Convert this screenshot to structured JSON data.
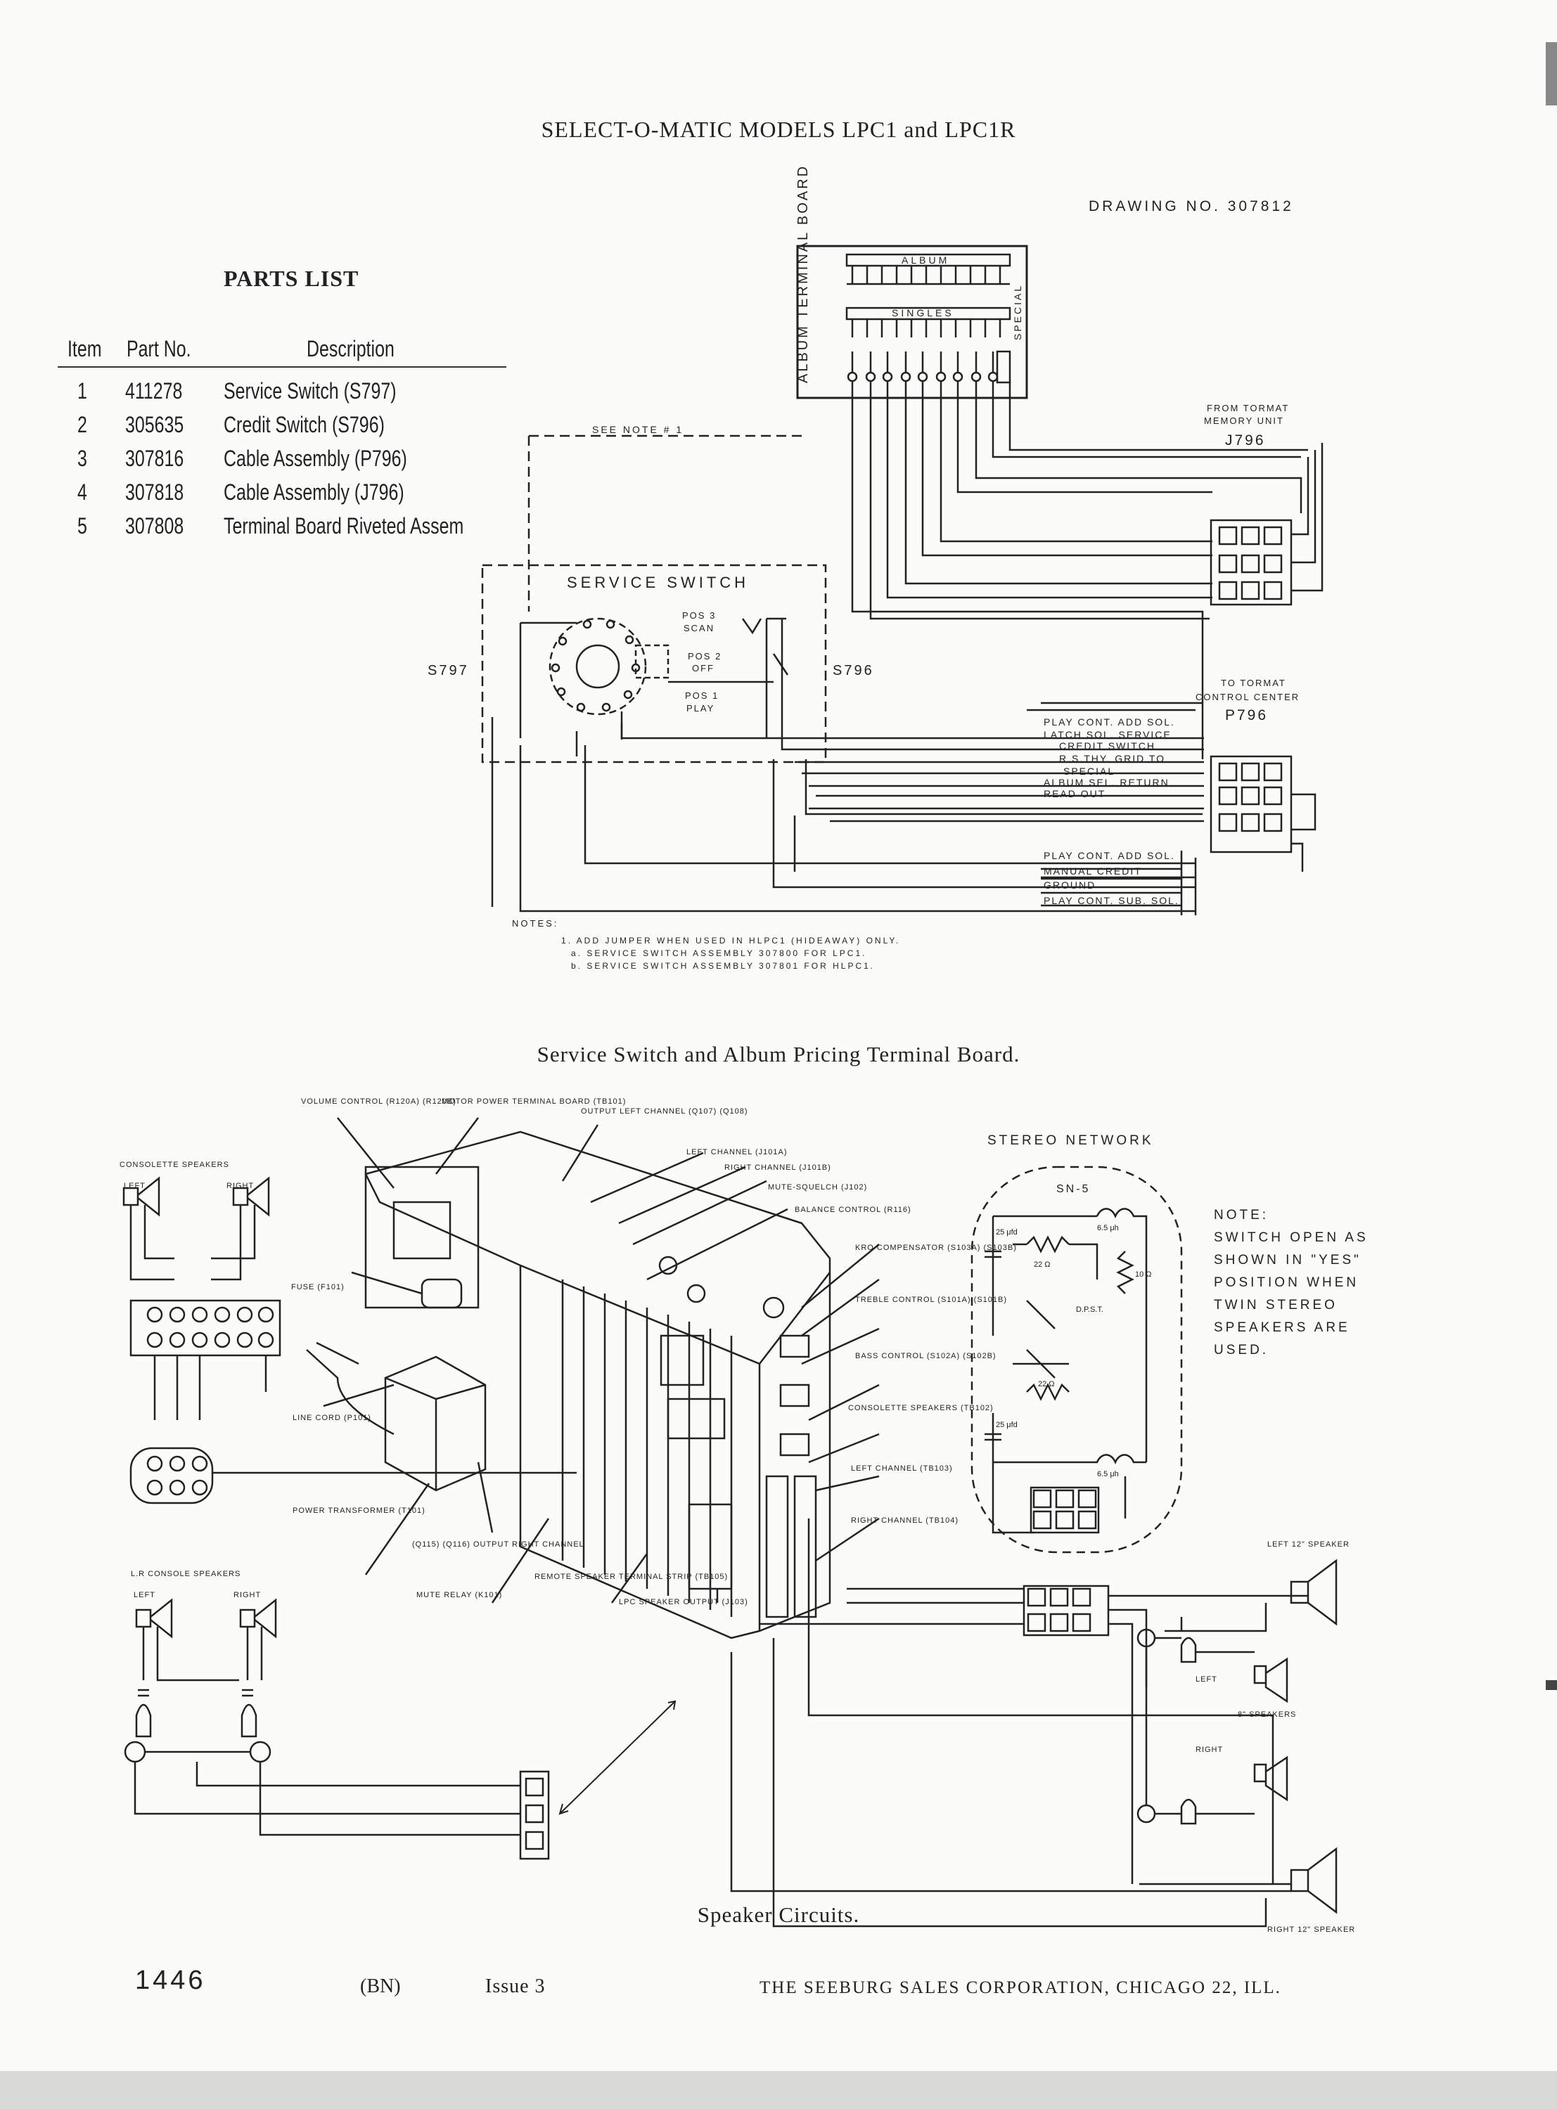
{
  "header": {
    "title": "SELECT-O-MATIC MODELS LPC1 and LPC1R",
    "drawing_no": "DRAWING NO. 307812"
  },
  "parts_list": {
    "title": "PARTS LIST",
    "columns": [
      "Item",
      "Part No.",
      "Description"
    ],
    "rows": [
      {
        "item": "1",
        "part": "411278",
        "desc": "Service Switch (S797)"
      },
      {
        "item": "2",
        "part": "305635",
        "desc": "Credit Switch (S796)"
      },
      {
        "item": "3",
        "part": "307816",
        "desc": "Cable Assembly (P796)"
      },
      {
        "item": "4",
        "part": "307818",
        "desc": "Cable Assembly (J796)"
      },
      {
        "item": "5",
        "part": "307808",
        "desc": "Terminal Board Riveted Assem"
      }
    ]
  },
  "wiring": {
    "terminal_board": "ALBUM TERMINAL BOARD",
    "album": "ALBUM",
    "singles": "SINGLES",
    "special": "SPECIAL",
    "see_note": "SEE NOTE # 1",
    "from_tormat_1": "FROM TORMAT",
    "from_tormat_2": "MEMORY UNIT",
    "j796": "J796",
    "service_switch": "SERVICE SWITCH",
    "pos3": "POS 3",
    "scan": "SCAN",
    "pos2": "POS 2",
    "off": "OFF",
    "pos1": "POS 1",
    "play": "PLAY",
    "s797": "S797",
    "s796": "S796",
    "to_tormat_1": "TO TORMAT",
    "to_tormat_2": "CONTROL CENTER",
    "p796": "P796",
    "signals": [
      "PLAY CONT. ADD SOL.",
      "LATCH SOL. SERVICE",
      "CREDIT SWITCH",
      "R.S.THY. GRID TO",
      "SPECIAL",
      "ALBUM SEL. RETURN",
      "READ OUT"
    ],
    "signals_lower": [
      "PLAY CONT. ADD SOL.",
      "MANUAL CREDIT",
      "GROUND",
      "PLAY CONT. SUB. SOL."
    ],
    "notes_title": "NOTES:",
    "notes": [
      "1. ADD JUMPER WHEN USED IN HLPC1 (HIDEAWAY) ONLY.",
      "a. SERVICE SWITCH ASSEMBLY 307800 FOR LPC1.",
      "b. SERVICE SWITCH ASSEMBLY 307801 FOR HLPC1."
    ],
    "caption": "Service Switch and Album Pricing Terminal Board."
  },
  "speakers": {
    "consolette": "CONSOLETTE SPEAKERS",
    "left": "LEFT",
    "right": "RIGHT",
    "lr_console": "L.R CONSOLE SPEAKERS",
    "callouts": {
      "volume": "VOLUME CONTROL (R120A) (R120B)",
      "motor_power": "MOTOR POWER TERMINAL BOARD (TB101)",
      "output_left": "OUTPUT LEFT CHANNEL (Q107) (Q108)",
      "left_channel": "LEFT CHANNEL (J101A)",
      "right_channel": "RIGHT CHANNEL (J101B)",
      "mute_squelch": "MUTE-SQUELCH (J102)",
      "balance": "BALANCE CONTROL (R116)",
      "kro": "KRO COMPENSATOR (S103A) (S103B)",
      "treble": "TREBLE CONTROL (S101A) (S101B)",
      "bass": "BASS CONTROL (S102A) (S102B)",
      "consolette_tb": "CONSOLETTE SPEAKERS (TB102)",
      "left_tb": "LEFT CHANNEL (TB103)",
      "right_tb": "RIGHT CHANNEL (TB104)",
      "fuse": "FUSE (F101)",
      "line_cord": "LINE CORD (P101)",
      "power_transformer": "POWER TRANSFORMER (T101)",
      "output_right": "(Q115) (Q116) OUTPUT RIGHT CHANNEL",
      "mute_relay": "MUTE RELAY (K101)",
      "remote": "REMOTE SPEAKER TERMINAL STRIP (TB105)",
      "lpc_out": "LPC SPEAKER OUTPUT (J103)"
    },
    "stereo_network": "STEREO NETWORK",
    "sn5": "SN-5",
    "inductor": "6.5 μh",
    "cap25": "25 μfd",
    "res22": "22 Ω",
    "res10": "10 Ω",
    "dpst": "D.P.S.T.",
    "note_label": "NOTE:",
    "note_lines": [
      "SWITCH OPEN AS",
      "SHOWN IN \"YES\"",
      "POSITION WHEN",
      "TWIN STEREO",
      "SPEAKERS ARE",
      "USED."
    ],
    "left12": "LEFT 12\" SPEAKER",
    "right12": "RIGHT 12\" SPEAKER",
    "eight": "8\" SPEAKERS",
    "caption": "Speaker Circuits."
  },
  "footer": {
    "page": "1446",
    "code": "(BN)",
    "issue": "Issue 3",
    "corp": "THE SEEBURG SALES CORPORATION, CHICAGO 22, ILL."
  }
}
